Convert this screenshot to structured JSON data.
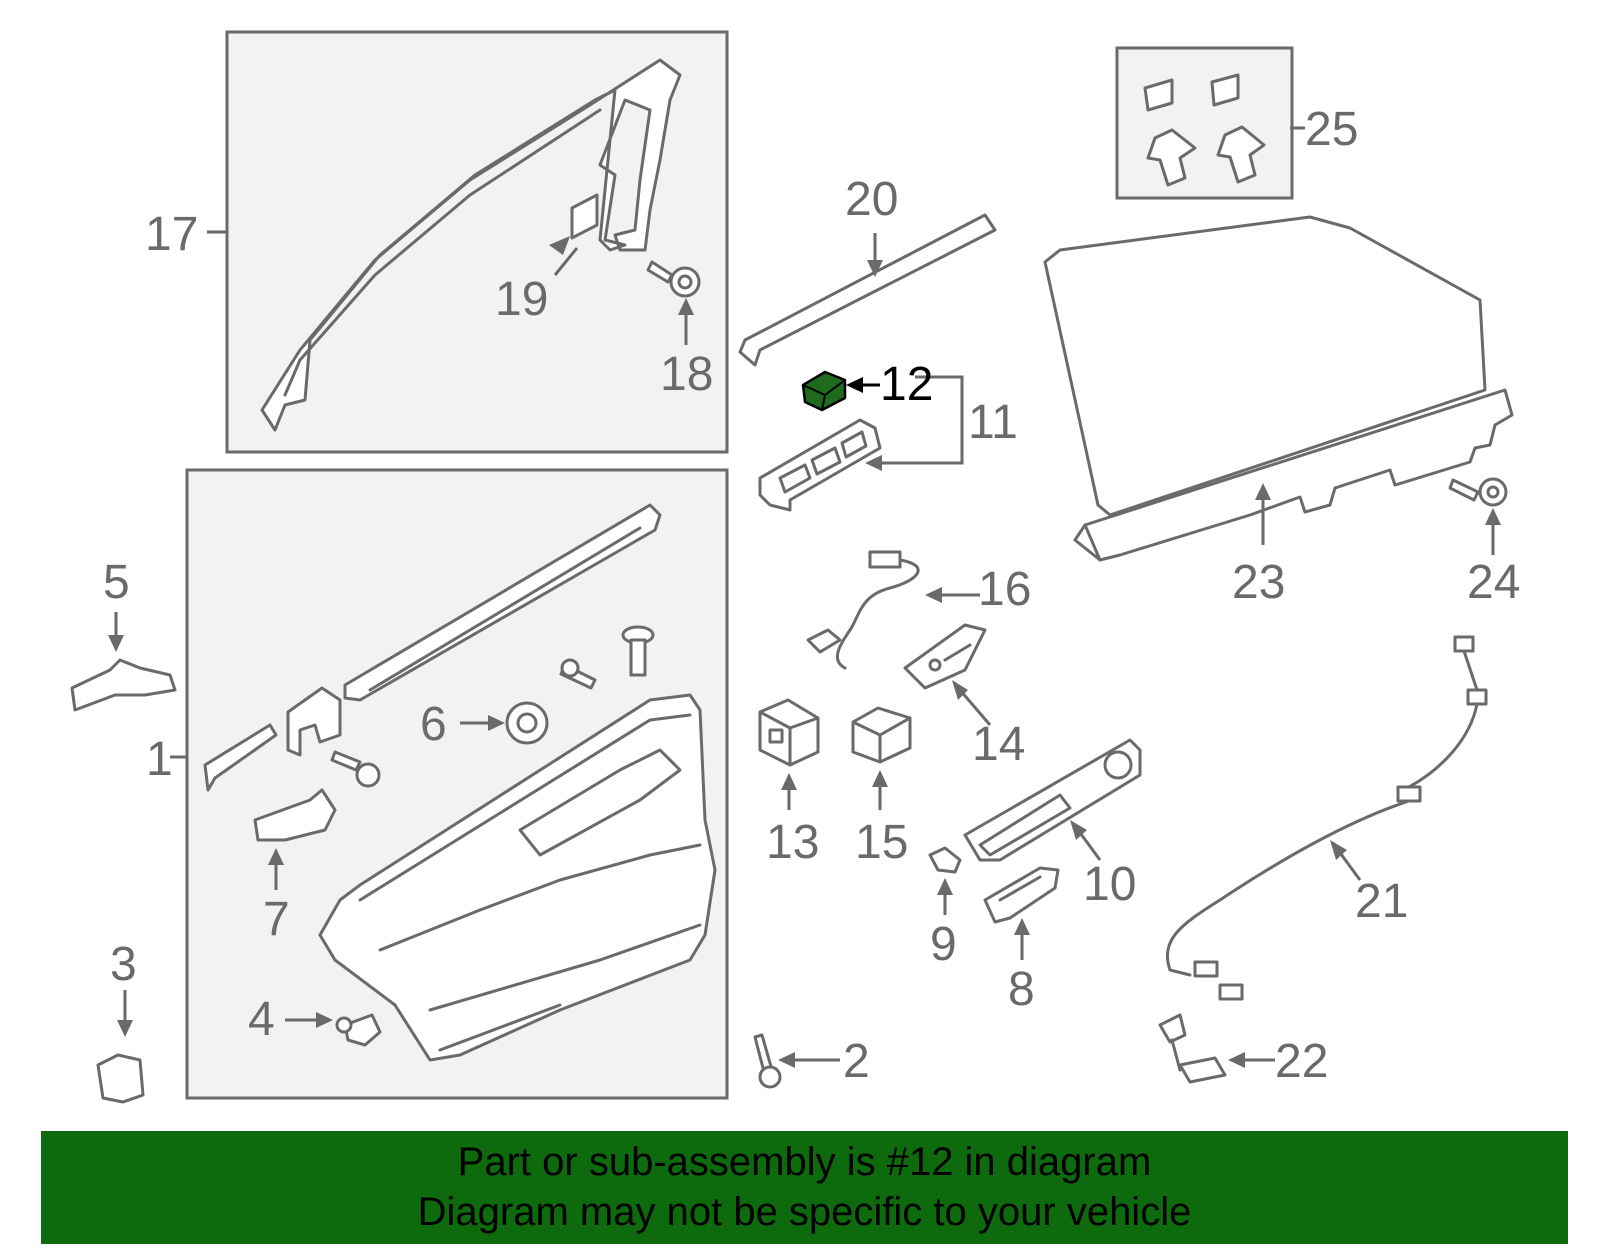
{
  "colors": {
    "line": "#6a6a6a",
    "highlight_part": "#1e6b1e",
    "banner_background": "#0d6b0d",
    "banner_text": "#000000",
    "box_fill": "#f2f2f2"
  },
  "highlighted_callout": "12",
  "callouts": [
    "1",
    "2",
    "3",
    "4",
    "5",
    "6",
    "7",
    "8",
    "9",
    "10",
    "11",
    "12",
    "13",
    "14",
    "15",
    "16",
    "17",
    "18",
    "19",
    "20",
    "21",
    "22",
    "23",
    "24",
    "25"
  ],
  "banner": {
    "line1": "Part or sub-assembly is #12 in diagram",
    "line2": "Diagram may not be specific to your vehicle"
  }
}
